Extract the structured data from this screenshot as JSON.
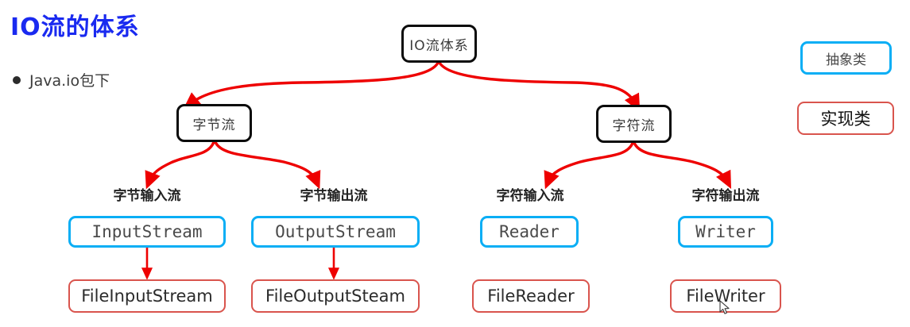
{
  "header": {
    "title": "IO流的体系",
    "title_color": "#1a2af0",
    "bullet": {
      "icon": "bullet-dot",
      "text": "Java.io包下"
    }
  },
  "colors": {
    "arrow": "#ee0000",
    "abstract_border": "#0aaef5",
    "concrete_border": "#d9544d",
    "node_border": "#0b0b0b"
  },
  "diagram": {
    "root": {
      "label": "IO流体系"
    },
    "branches": [
      {
        "label": "字节流"
      },
      {
        "label": "字符流"
      }
    ],
    "captions": [
      {
        "label": "字节输入流"
      },
      {
        "label": "字节输出流"
      },
      {
        "label": "字符输入流"
      },
      {
        "label": "字符输出流"
      }
    ],
    "abstract_classes": [
      {
        "label": "InputStream"
      },
      {
        "label": "OutputStream"
      },
      {
        "label": "Reader"
      },
      {
        "label": "Writer"
      }
    ],
    "concrete_classes": [
      {
        "label": "FileInputStream"
      },
      {
        "label": "FileOutputSteam"
      },
      {
        "label": "FileReader"
      },
      {
        "label": "FileWriter"
      }
    ]
  },
  "legend": {
    "abstract": {
      "label": "抽象类"
    },
    "concrete": {
      "label": "实现类"
    }
  }
}
